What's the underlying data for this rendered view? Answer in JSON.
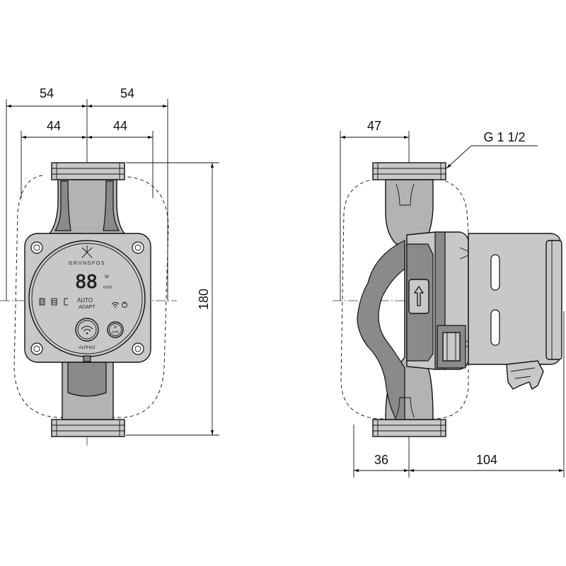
{
  "front_view": {
    "dim_top_left": "54",
    "dim_top_right": "54",
    "dim_inner_left": "44",
    "dim_inner_right": "44",
    "dim_height": "180",
    "brand_label": "GRUNDFOS",
    "display_digits": "88",
    "unit_power": "W",
    "unit_flow": "m³/h",
    "mode_label_auto": "AUTO",
    "mode_label_adapt": "ADAPT",
    "button_label_top": "W",
    "button_label_bottom": "m³/h",
    "model_label": "ALPHA2"
  },
  "side_view": {
    "dim_top": "47",
    "thread_label": "G 1 1/2",
    "dim_bottom_left": "36",
    "dim_bottom_right": "104"
  },
  "colors": {
    "line": "#111111",
    "body": "#b3b3b3",
    "face": "#c8c8c8",
    "dark": "#8a8a8a",
    "background": "#ffffff"
  }
}
